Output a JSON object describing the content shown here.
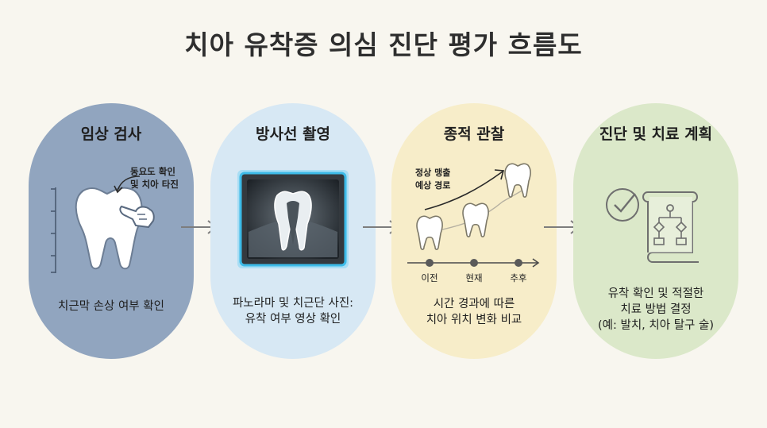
{
  "title": "치아 유착증 의심 진단 평가 흐름도",
  "stages": [
    {
      "title": "임상 검사",
      "description": "치근막 손상 여부 확인",
      "note": "동요도 확인\n및 치아 타진",
      "color": "#91a5bf"
    },
    {
      "title": "방사선 촬영",
      "description": "파노라마 및 치근단 사진:\n유착 여부 영상 확인",
      "color": "#d7e8f4"
    },
    {
      "title": "종적 관찰",
      "description": "시간 경과에 따른\n치아 위치 변화 비교",
      "note": "정상 맹출\n예상 경로",
      "timeline": [
        "이전",
        "현재",
        "추후"
      ],
      "color": "#f7edc9"
    },
    {
      "title": "진단 및 치료 계획",
      "description": "유착 확인 및 적절한\n치료 방법 결정\n(예: 발치, 치아 탈구 술)",
      "color": "#dbe8c9"
    }
  ],
  "icons": [
    "tooth-icon",
    "pointing-hand-icon",
    "xray-tooth-icon",
    "check-circle-icon",
    "flowchart-scroll-icon",
    "arrow-right-icon"
  ]
}
